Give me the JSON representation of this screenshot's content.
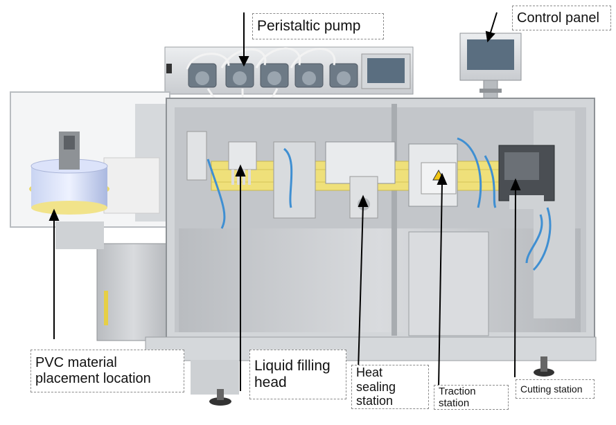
{
  "diagram": {
    "type": "annotated-photo",
    "subject": "plastic ampoule filling and sealing machine",
    "labels": {
      "peristaltic_pump": "Peristaltic pump",
      "control_panel": "Control panel",
      "pvc_material": "PVC material\nplacement location",
      "liquid_filling_head": "Liquid filling\nhead",
      "heat_sealing_station": "Heat sealing\nstation",
      "traction_station": "Traction station",
      "cutting_station": "Cutting station"
    },
    "colors": {
      "steel_light": "#e2e4e6",
      "steel_mid": "#c6c9cc",
      "steel_dark": "#8e9296",
      "yellow_strip": "#efe07a",
      "pump_head": "#6d7a86",
      "tube_blue": "#3f8fd2",
      "screen": "#5a6e80",
      "arrow": "#000000",
      "label_border": "#8a8a8a"
    }
  }
}
